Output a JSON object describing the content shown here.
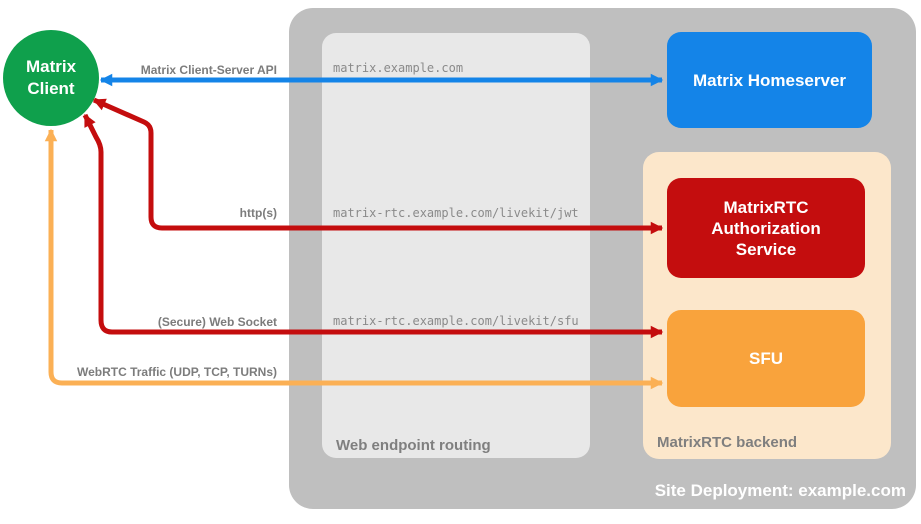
{
  "diagram": {
    "nodes": {
      "matrix_client": {
        "line1": "Matrix",
        "line2": "Client"
      },
      "matrix_homeserver": {
        "label": "Matrix Homeserver"
      },
      "auth_service": {
        "line1": "MatrixRTC",
        "line2": "Authorization",
        "line3": "Service"
      },
      "sfu": {
        "label": "SFU"
      }
    },
    "containers": {
      "site_deployment": {
        "label": "Site Deployment: example.com"
      },
      "web_endpoint_routing": {
        "label": "Web endpoint routing"
      },
      "matrixrtc_backend": {
        "label": "MatrixRTC backend"
      }
    },
    "edges": {
      "client_server_api": {
        "label": "Matrix Client-Server API",
        "route": "matrix.example.com"
      },
      "https": {
        "label": "http(s)",
        "route": "matrix-rtc.example.com/livekit/jwt"
      },
      "websocket": {
        "label": "(Secure) Web Socket",
        "route": "matrix-rtc.example.com/livekit/sfu"
      },
      "webrtc": {
        "label": "WebRTC Traffic (UDP, TCP, TURNs)"
      }
    },
    "colors": {
      "client_green": "#0fa04c",
      "homeserver_blue": "#1484e8",
      "auth_red": "#c40d0e",
      "sfu_orange": "#f9a33c",
      "webrtc_arrow_orange": "#fbb055",
      "backend_panel_peach": "#fce7cb",
      "deployment_gray": "#bfbfbf",
      "routing_panel_gray": "#e8e8e8",
      "edge_label_gray": "#7c7c7c",
      "route_text_gray": "#8a8a8a"
    }
  }
}
